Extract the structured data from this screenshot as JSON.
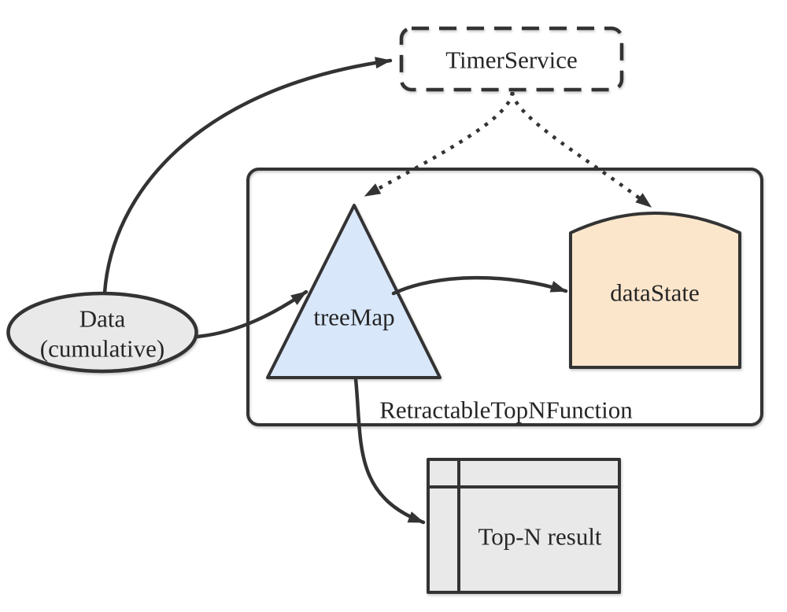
{
  "diagram": {
    "nodes": {
      "timer_service": {
        "label": "TimerService",
        "shape": "dashed-rounded-rectangle"
      },
      "data_source": {
        "label_line1": "Data",
        "label_line2": "(cumulative)",
        "shape": "ellipse"
      },
      "tree_map": {
        "label": "treeMap",
        "shape": "triangle"
      },
      "data_state": {
        "label": "dataState",
        "shape": "arched-top-store"
      },
      "function_container": {
        "label": "RetractableTopNFunction",
        "shape": "rounded-rectangle-container"
      },
      "topn_result": {
        "label": "Top-N result",
        "shape": "table-grid"
      }
    },
    "edges": [
      {
        "from": "data_source",
        "to": "timer_service",
        "style": "solid-curved-arrow"
      },
      {
        "from": "data_source",
        "to": "tree_map",
        "style": "solid-curved-arrow"
      },
      {
        "from": "tree_map",
        "to": "data_state",
        "style": "solid-curved-arrow"
      },
      {
        "from": "tree_map",
        "to": "topn_result",
        "style": "solid-curved-arrow"
      },
      {
        "from": "timer_service",
        "to": "tree_map",
        "style": "dotted-arrow"
      },
      {
        "from": "timer_service",
        "to": "data_state",
        "style": "dotted-arrow"
      }
    ],
    "colors": {
      "stroke": "#333333",
      "text": "#262626",
      "gray_fill": "#e9e9e9",
      "blue_fill": "#d8e7fa",
      "orange_fill": "#fbe6cc",
      "background": "#ffffff"
    }
  }
}
